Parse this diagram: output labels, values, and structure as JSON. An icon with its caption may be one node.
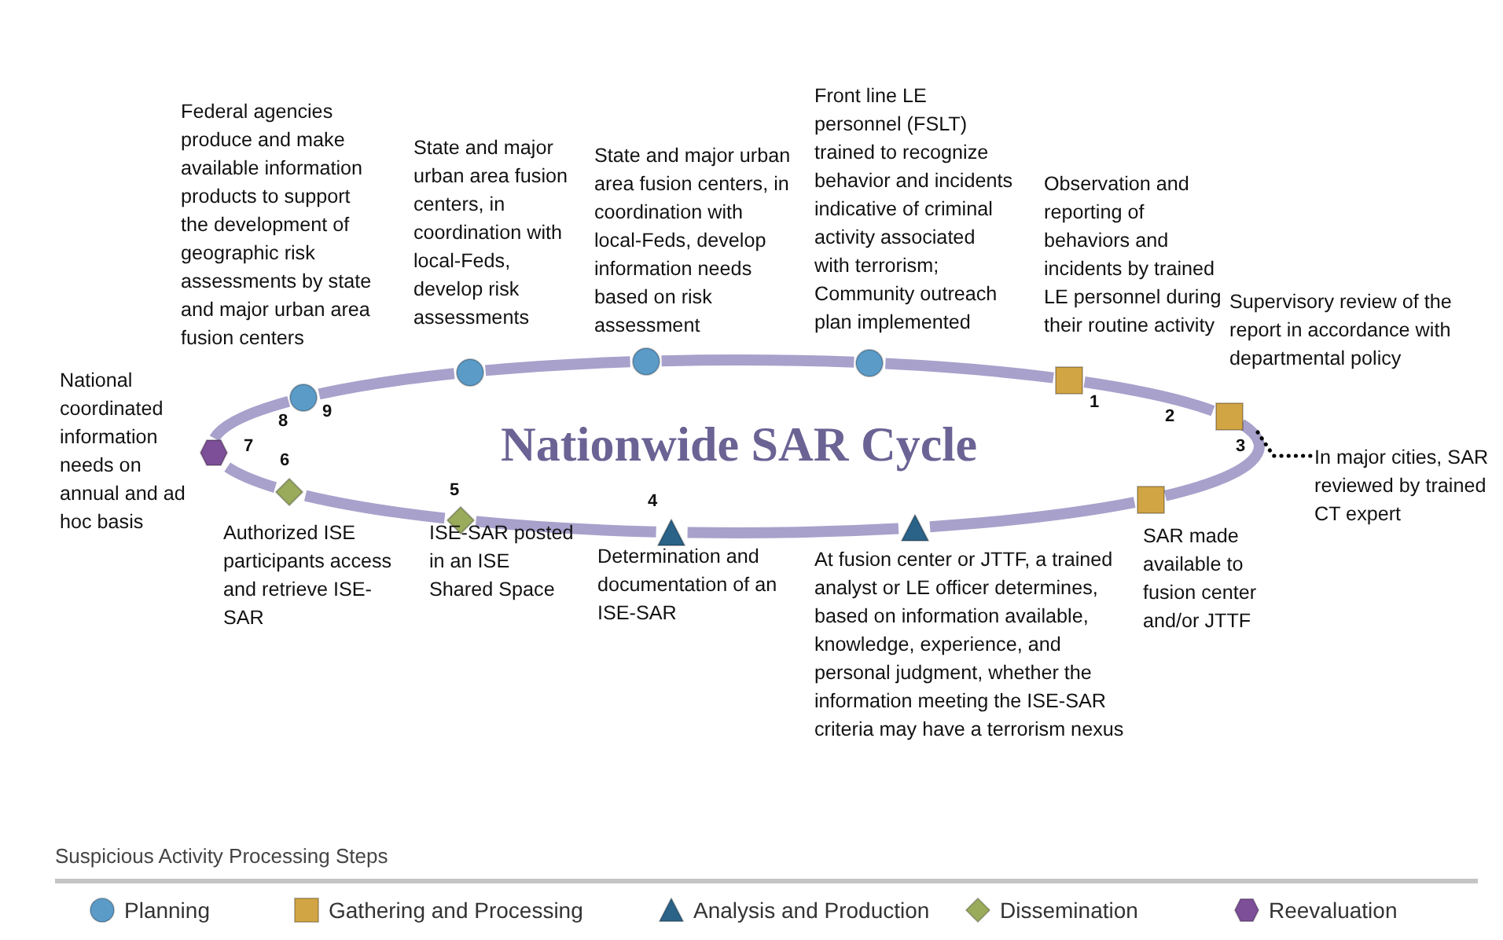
{
  "diagram": {
    "title": "Nationwide SAR Cycle",
    "nodes": [
      {
        "text": [],
        "shape": "hexagon",
        "beside": [
          "National coordinated information needs on annual and ad hoc basis"
        ]
      },
      {
        "text": [],
        "shape": "circle",
        "beside": [
          "Federal agencies produce and make available information products to support the development of geographic risk assessments by state and major urban area fusion centers"
        ]
      },
      {
        "text": [],
        "shape": "circle",
        "beside": [
          "State and major urban area fusion centers, in coordination with local-Feds, develop risk assessments"
        ]
      },
      {
        "text": [],
        "shape": "circle",
        "beside": [
          "State and major urban area fusion centers, in coordination with local-Feds, develop information needs based on risk assessment"
        ]
      },
      {
        "text": [],
        "shape": "circle",
        "beside": [
          "Front line LE personnel (FSLT) trained to recognize behavior and incidents indicative of criminal activity associated with terrorism; Community outreach plan implemented"
        ]
      },
      {
        "text": [],
        "shape": "box",
        "beside": [
          "Observation and reporting of behaviors and incidents by trained LE personnel during their routine activity"
        ]
      },
      {
        "text": [],
        "shape": "box",
        "beside": [
          "Supervisory review of the report in accordance with departmental policy"
        ]
      },
      {
        "text": [
          "In major cities, SAR reviewed by trained CT expert"
        ]
      },
      {
        "text": [],
        "shape": "box",
        "beside": [
          "SAR made available to fusion center and/or JTTF"
        ]
      },
      {
        "text": [],
        "shape": "triangle",
        "beside": [
          "At fusion center or JTTF, a trained analyst or LE officer determines, based on information available, knowledge, experience, and personal judgment, whether the information meeting the ISE-SAR criteria may have a terrorism nexus"
        ]
      },
      {
        "text": [],
        "shape": "triangle",
        "beside": [
          "Determination and documentation of an ISE-SAR"
        ]
      },
      {
        "text": [],
        "shape": "diamond",
        "beside": [
          "ISE-SAR posted in an ISE Shared Space"
        ]
      },
      {
        "text": [],
        "shape": "diamond",
        "beside": [
          "Authorized ISE participants access and retrieve ISE-SAR"
        ]
      }
    ],
    "edges": [
      {
        "from": 0,
        "to": 1,
        "arrow": "none"
      },
      {
        "from": 1,
        "to": 2,
        "arrow": "none"
      },
      {
        "from": 2,
        "to": 3,
        "arrow": "none"
      },
      {
        "from": 3,
        "to": 4,
        "arrow": "none"
      },
      {
        "from": 4,
        "to": 5,
        "arrow": "none"
      },
      {
        "from": 5,
        "to": 6,
        "arrow": "none"
      },
      {
        "from": 6,
        "to": 8,
        "arrow": "none"
      },
      {
        "from": 8,
        "to": 9,
        "arrow": "none"
      },
      {
        "from": 9,
        "to": 10,
        "arrow": "none"
      },
      {
        "from": 10,
        "to": 11,
        "arrow": "none"
      },
      {
        "from": 11,
        "to": 12,
        "arrow": "none"
      },
      {
        "from": 12,
        "to": 0,
        "arrow": "none"
      },
      {
        "from": 6,
        "to": 7,
        "arrow": "none",
        "style": "dashed",
        "color": "#000000"
      }
    ],
    "labels": [
      "1",
      "2",
      "3",
      "4",
      "5",
      "6",
      "7",
      "8",
      "9",
      "Suspicious Activity Processing Steps"
    ],
    "legend": [
      {
        "text": "Planning"
      },
      {
        "text": "Gathering and Processing"
      },
      {
        "text": "Analysis and Production"
      },
      {
        "text": "Dissemination"
      },
      {
        "text": "Reevaluation"
      }
    ]
  }
}
